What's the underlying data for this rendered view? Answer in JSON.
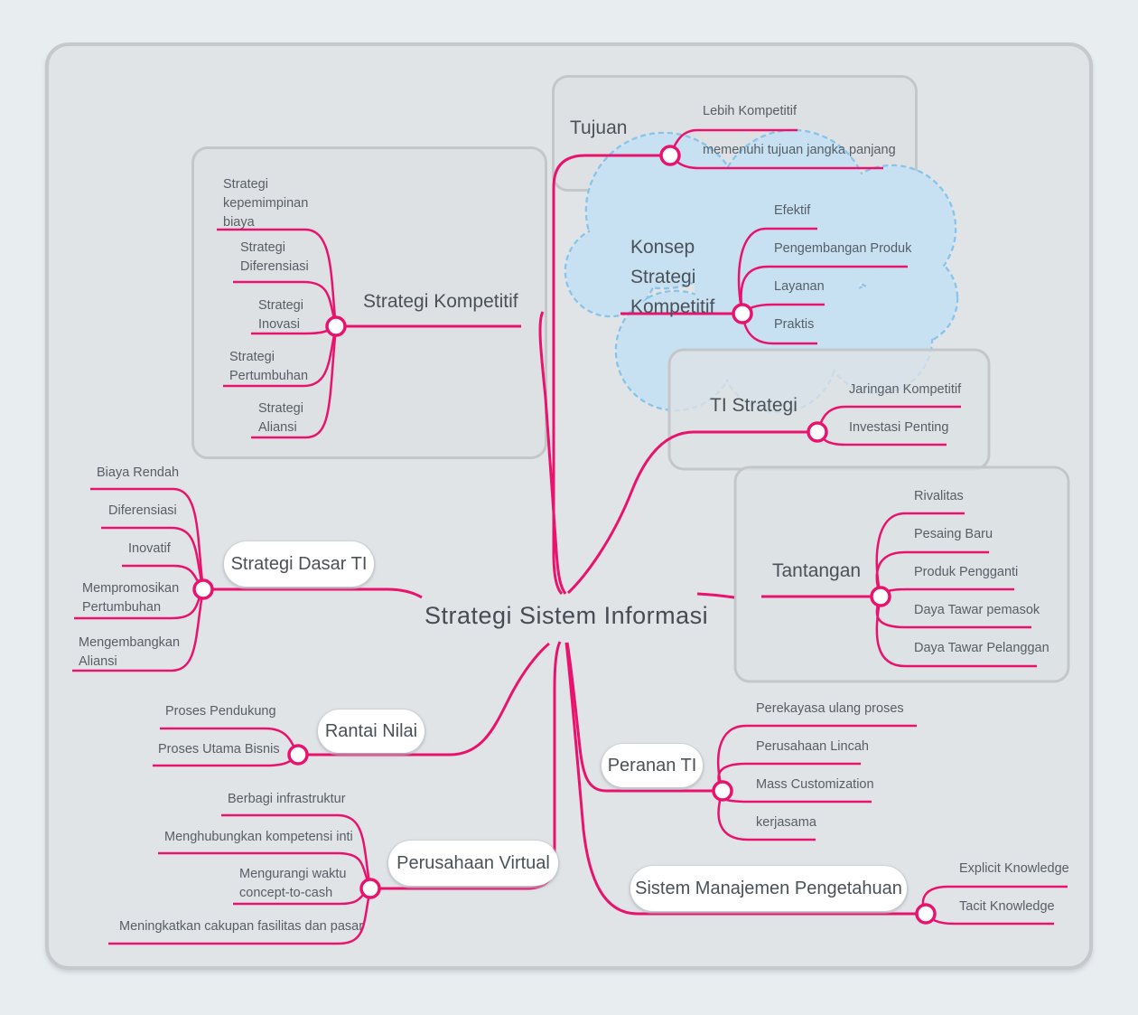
{
  "colors": {
    "page_background": "#e8edf0",
    "canvas_background": "#e0e4e7",
    "box_border": "#c3c7ca",
    "branch_line": "#e9126d",
    "node_circle_fill": "#fdfdfe",
    "cloud_fill": "#c7e1f3",
    "cloud_border": "#86c5ec",
    "heading_text": "#4a5157",
    "child_text": "#575e65"
  },
  "root": {
    "label": "Strategi Sistem Informasi"
  },
  "branches": {
    "tujuan": {
      "label": "Tujuan",
      "children": [
        "Lebih Kompetitif",
        "memenuhi tujuan jangka panjang"
      ]
    },
    "konsep": {
      "label": "Konsep\nStrategi\nKompetitif",
      "children": [
        "Efektif",
        "Pengembangan Produk",
        "Layanan",
        "Praktis"
      ]
    },
    "kompetitif": {
      "label": "Strategi Kompetitif",
      "children": [
        "Strategi\nkepemimpinan\nbiaya",
        "Strategi\nDiferensiasi",
        "Strategi\nInovasi",
        "Strategi\nPertumbuhan",
        "Strategi\nAliansi"
      ]
    },
    "ti": {
      "label": "TI Strategi",
      "children": [
        "Jaringan Kompetitif",
        "Investasi Penting"
      ]
    },
    "tantangan": {
      "label": "Tantangan",
      "children": [
        "Rivalitas",
        "Pesaing Baru",
        "Produk Pengganti",
        "Daya Tawar pemasok",
        "Daya Tawar Pelanggan"
      ]
    },
    "dasar": {
      "label": "Strategi Dasar TI",
      "children": [
        "Biaya Rendah",
        "Diferensiasi",
        "Inovatif",
        "Mempromosikan\nPertumbuhan",
        "Mengembangkan\nAliansi"
      ]
    },
    "rantai": {
      "label": "Rantai Nilai",
      "children": [
        "Proses Pendukung",
        "Proses Utama Bisnis"
      ]
    },
    "peranan": {
      "label": "Peranan TI",
      "children": [
        "Perekayasa ulang proses",
        "Perusahaan Lincah",
        "Mass Customization",
        "kerjasama"
      ]
    },
    "virtual": {
      "label": "Perusahaan Virtual",
      "children": [
        "Berbagi infrastruktur",
        "Menghubungkan kompetensi inti",
        "Mengurangi waktu\nconcept-to-cash",
        "Meningkatkan cakupan fasilitas dan pasar"
      ]
    },
    "smp": {
      "label": "Sistem Manajemen Pengetahuan",
      "children": [
        "Explicit Knowledge",
        "Tacit Knowledge"
      ]
    }
  }
}
